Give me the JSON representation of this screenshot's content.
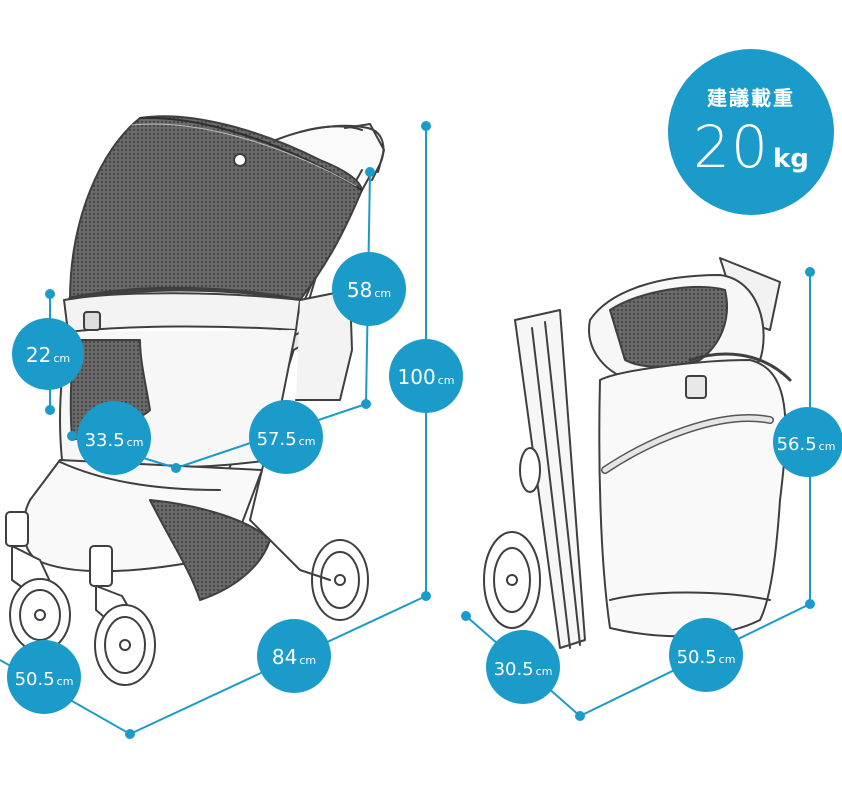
{
  "load": {
    "label": "建議載重",
    "value": "20",
    "unit": "kg"
  },
  "dimensions": {
    "canopy_height": {
      "value": "58",
      "unit": "cm"
    },
    "total_height": {
      "value": "100",
      "unit": "cm"
    },
    "seat_height": {
      "value": "22",
      "unit": "cm"
    },
    "seat_width": {
      "value": "33.5",
      "unit": "cm"
    },
    "seat_depth": {
      "value": "57.5",
      "unit": "cm"
    },
    "length": {
      "value": "84",
      "unit": "cm"
    },
    "width": {
      "value": "50.5",
      "unit": "cm"
    },
    "folded_height": {
      "value": "56.5",
      "unit": "cm"
    },
    "folded_depth": {
      "value": "30.5",
      "unit": "cm"
    },
    "folded_width": {
      "value": "50.5",
      "unit": "cm"
    }
  },
  "colors": {
    "accent": "#1b9bc9",
    "line": "#4a4a4a",
    "mesh": "#555555"
  }
}
